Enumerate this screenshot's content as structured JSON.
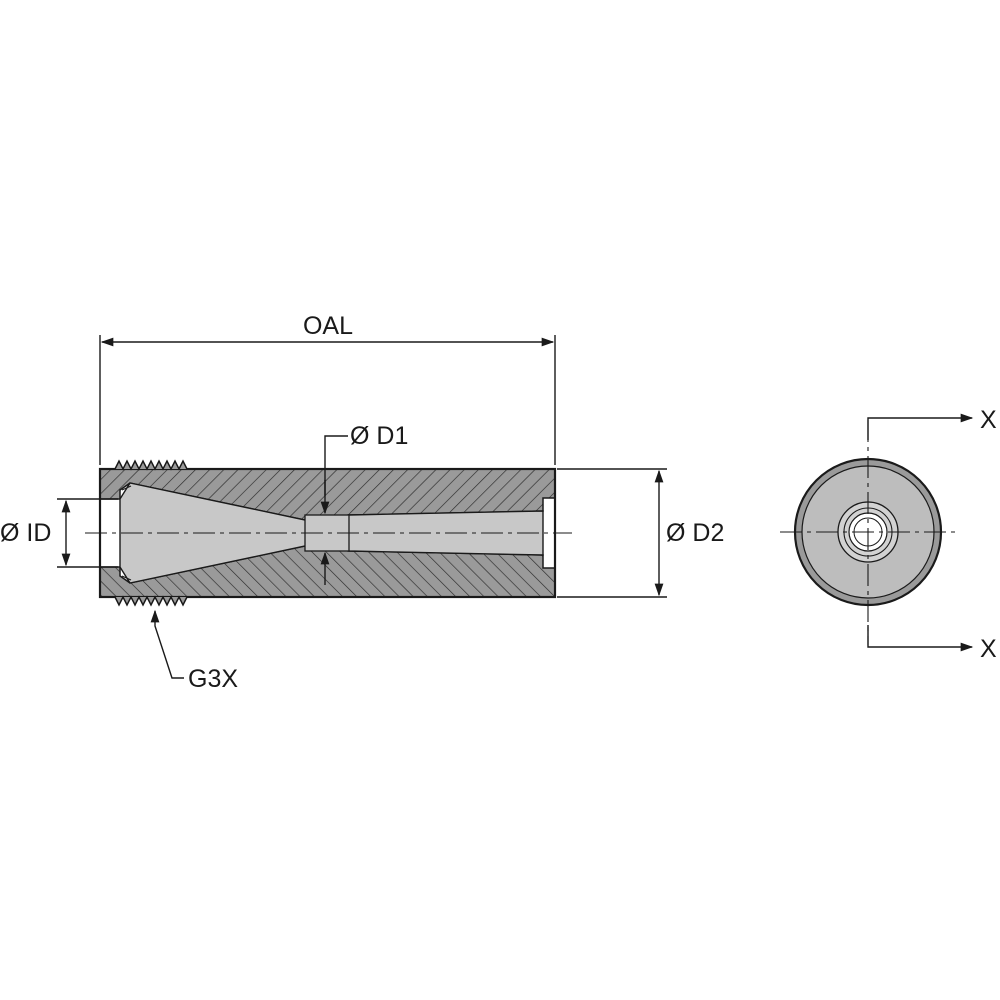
{
  "labels": {
    "oal": "OAL",
    "d1": "Ø D1",
    "d2": "Ø D2",
    "id": "Ø ID",
    "thread": "G3X",
    "section_top": "X",
    "section_bottom": "X"
  },
  "colors": {
    "body_fill": "#9a9a9a",
    "bore_fill": "#c8c8c8",
    "end_face_fill": "#bdbdbd",
    "line": "#1a1a1a"
  }
}
